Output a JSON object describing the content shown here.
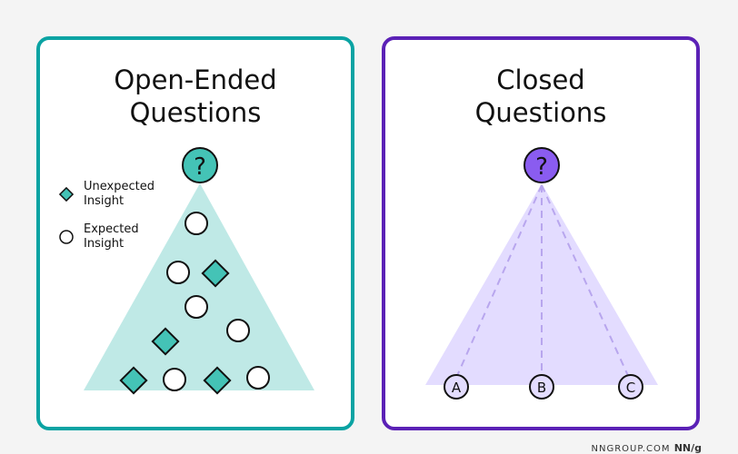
{
  "colors": {
    "teal": "#0aa3a3",
    "teal_light": "#bfe9e6",
    "teal_fill": "#44c3b6",
    "purple": "#5b21b6",
    "purple_light": "#e3dcff",
    "purple_fill": "#8a5cf0",
    "purple_dash": "#b8a6ee"
  },
  "open_panel": {
    "title_line1": "Open-Ended",
    "title_line2": "Questions",
    "question_mark": "?",
    "legend": [
      {
        "icon": "diamond-icon",
        "line1": "Unexpected",
        "line2": "Insight"
      },
      {
        "icon": "circle-icon",
        "line1": "Expected",
        "line2": "Insight"
      }
    ]
  },
  "closed_panel": {
    "title_line1": "Closed",
    "title_line2": "Questions",
    "question_mark": "?",
    "options": [
      "A",
      "B",
      "C"
    ]
  },
  "footer": {
    "site": "NNGROUP.COM",
    "logo": "NN/g"
  }
}
